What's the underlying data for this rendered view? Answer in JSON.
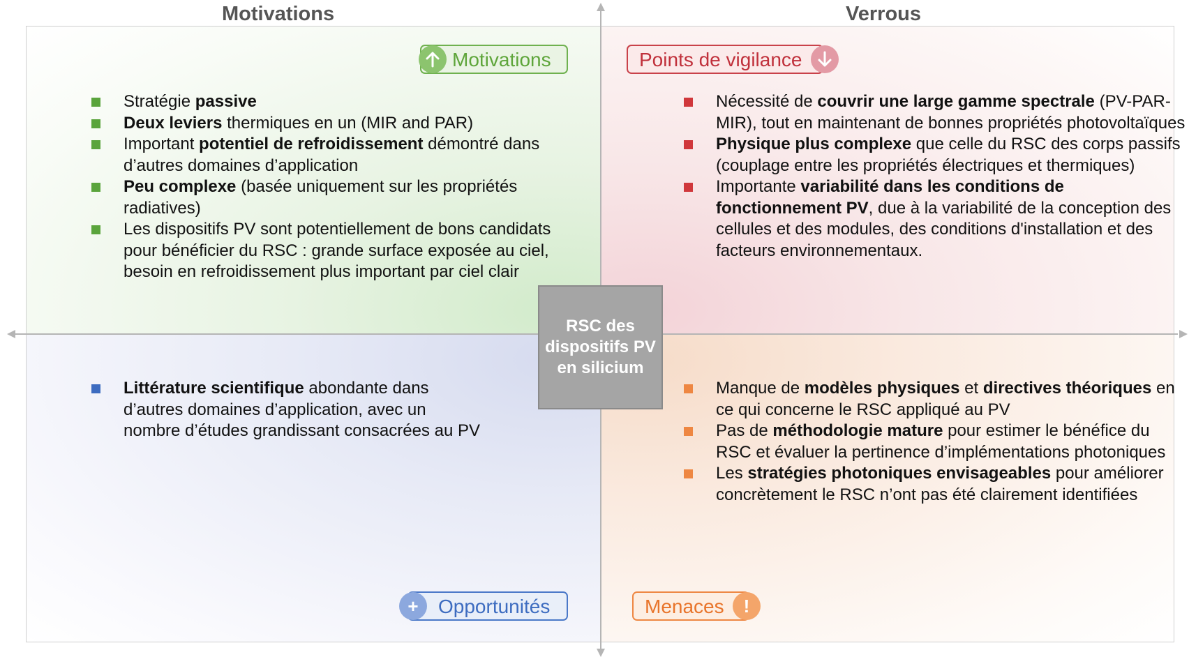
{
  "headers": {
    "left": "Motivations",
    "right": "Verrous"
  },
  "center": "RSC des dispositifs PV en silicium",
  "tags": {
    "motivations": {
      "label": "Motivations",
      "icon": "arrow-up-icon",
      "color": "#5ea53a"
    },
    "vigilance": {
      "label": "Points de vigilance",
      "icon": "arrow-down-icon",
      "color": "#c0303b"
    },
    "opportunites": {
      "label": "Opportunités",
      "icon": "plus-icon",
      "color": "#3d6cc0"
    },
    "menaces": {
      "label": "Menaces",
      "icon": "exclamation-icon",
      "color": "#e8742a"
    }
  },
  "motivations_items": [
    {
      "t1": "Stratégie ",
      "b1": "passive",
      "t2": ""
    },
    {
      "t1": "",
      "b1": "Deux leviers",
      "t2": " thermiques en un (MIR and PAR)"
    },
    {
      "t1": "Important ",
      "b1": "potentiel de refroidissement",
      "t2": " démontré dans d’autres domaines d’application"
    },
    {
      "t1": "",
      "b1": "Peu complexe",
      "t2": " (basée uniquement sur les propriétés radiatives)"
    },
    {
      "t1": "Les dispositifs PV sont potentiellement de bons candidats pour bénéficier du RSC : grande surface exposée au ciel, besoin en refroidissement plus important par ciel clair",
      "b1": "",
      "t2": ""
    }
  ],
  "vigilance_items": [
    {
      "t1": "Nécessité de ",
      "b1": "couvrir une large gamme spectrale",
      "t2": " (PV-PAR-MIR), tout en maintenant de bonnes propriétés photovoltaïques"
    },
    {
      "t1": "",
      "b1": "Physique plus complexe",
      "t2": " que celle du RSC des corps passifs (couplage entre les propriétés électriques et thermiques)"
    },
    {
      "t1": "Importante ",
      "b1": "variabilité dans les conditions de fonctionnement PV",
      "t2": ", due à la variabilité de la conception des cellules et des modules, des conditions d'installation et des facteurs environnementaux."
    }
  ],
  "opportunites_items": [
    {
      "t1": "",
      "b1": "Littérature scientifique",
      "t2": " abondante dans d’autres domaines d’application, avec un nombre d’études grandissant consacrées au PV"
    }
  ],
  "menaces_items": [
    {
      "t1": "Manque de ",
      "b1": "modèles physiques",
      "t2": " et ",
      "b2": "directives théoriques",
      "t3": " en ce qui concerne le RSC appliqué au PV"
    },
    {
      "t1": "Pas de ",
      "b1": "méthodologie mature",
      "t2": " pour estimer le bénéfice du RSC et évaluer la pertinence d’implémentations photoniques",
      "b2": "",
      "t3": ""
    },
    {
      "t1": "Les ",
      "b1": "stratégies photoniques envisageables",
      "t2": " pour améliorer concrètement le RSC n’ont pas été clairement identifiées",
      "b2": "",
      "t3": ""
    }
  ]
}
